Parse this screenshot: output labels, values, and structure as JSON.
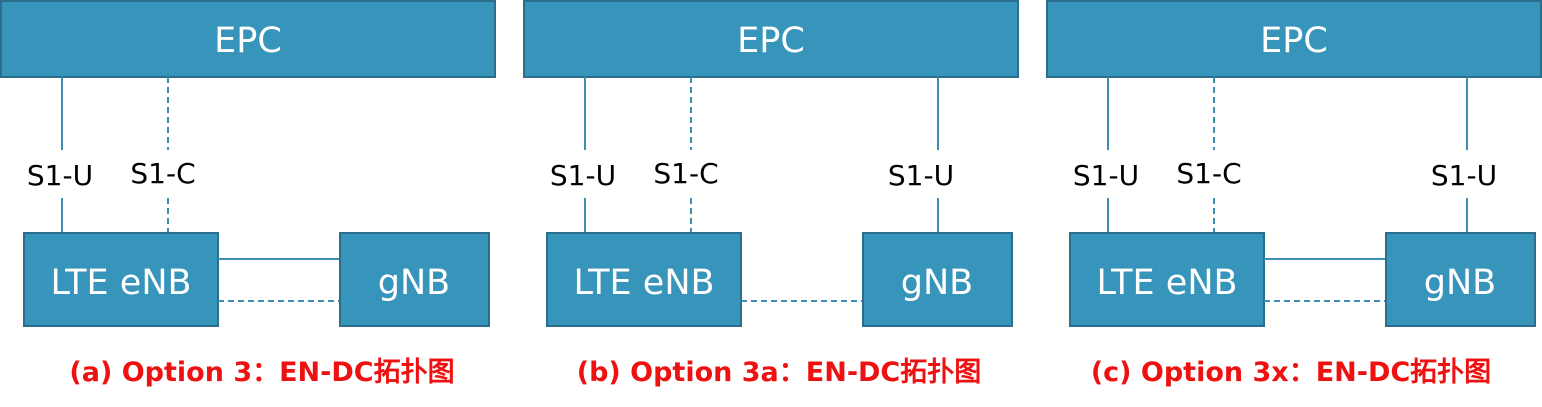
{
  "colors": {
    "box_fill": "#3794BB",
    "box_border": "#2A6E8C",
    "link_line": "#3C8FB3",
    "caption": "#EE1111"
  },
  "panels": [
    {
      "epc_label": "EPC",
      "enb_label": "LTE eNB",
      "gnb_label": "gNB",
      "enb_s1u_label": "S1-U",
      "enb_s1c_label": "S1-C",
      "gnb_s1u_label": "",
      "caption": "(a) Option 3：EN-DC拓扑图"
    },
    {
      "epc_label": "EPC",
      "enb_label": "LTE eNB",
      "gnb_label": "gNB",
      "enb_s1u_label": "S1-U",
      "enb_s1c_label": "S1-C",
      "gnb_s1u_label": "S1-U",
      "caption": "(b) Option 3a：EN-DC拓扑图"
    },
    {
      "epc_label": "EPC",
      "enb_label": "LTE eNB",
      "gnb_label": "gNB",
      "enb_s1u_label": "S1-U",
      "enb_s1c_label": "S1-C",
      "gnb_s1u_label": "S1-U",
      "caption": "(c) Option 3x：EN-DC拓扑图"
    }
  ]
}
